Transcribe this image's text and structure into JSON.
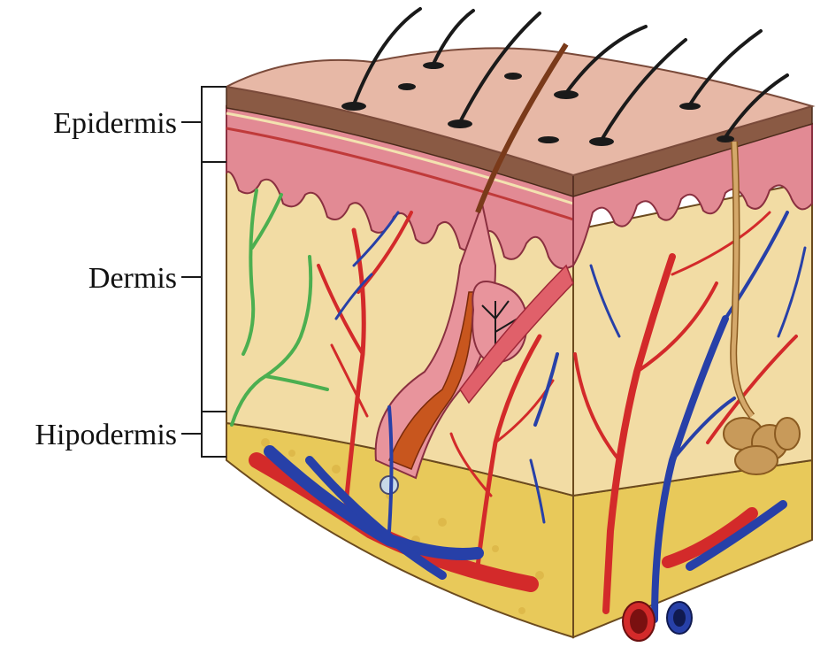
{
  "labels": {
    "epidermis": "Epidermis",
    "dermis": "Dermis",
    "hypodermis": "Hipodermis"
  },
  "colors": {
    "skin_surface": "#e7b8a6",
    "epidermis_band": "#8a5a44",
    "dermis_pink": "#e28a94",
    "dermis_fill": "#f2dca4",
    "hypodermis_fat": "#e8c95a",
    "artery": "#d32a2a",
    "vein": "#2740a8",
    "nerve": "#4caf50",
    "hair": "#1a1a1a",
    "gland": "#c89a5a"
  },
  "icons": {
    "illustration": "skin-cross-section-illustration"
  }
}
